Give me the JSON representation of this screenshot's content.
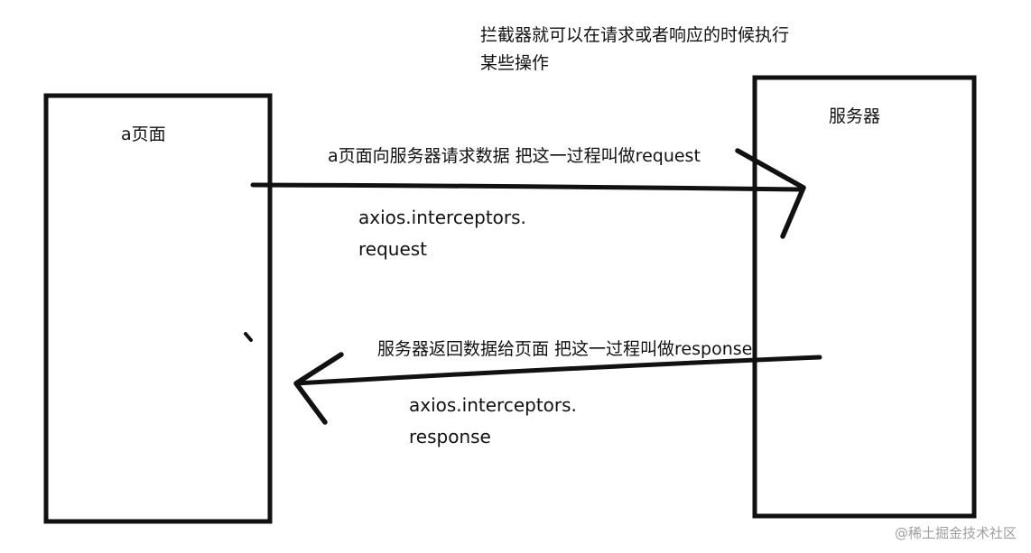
{
  "note": {
    "line1": "拦截器就可以在请求或者响应的时候执行",
    "line2": "某些操作"
  },
  "page_box": {
    "label": "a页面"
  },
  "server_box": {
    "label": "服务器"
  },
  "request_arrow": {
    "caption": "a页面向服务器请求数据  把这一过程叫做request",
    "code_line1": "axios.interceptors.",
    "code_line2": "request"
  },
  "response_arrow": {
    "caption": "服务器返回数据给页面 把这一过程叫做response",
    "code_line1": "axios.interceptors.",
    "code_line2": "response"
  },
  "watermark": {
    "text": "@稀土掘金技术社区"
  },
  "colors": {
    "ink": "#111111",
    "background": "#ffffff",
    "watermark": "#9e9e9e"
  }
}
